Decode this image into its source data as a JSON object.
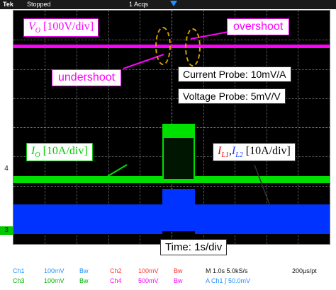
{
  "status": {
    "brand": "Tek",
    "state": "Stopped",
    "acqs": "1 Acqs"
  },
  "annotations": {
    "vo_var": "V",
    "vo_sub": "O",
    "vo_scale": "[100V/div]",
    "overshoot": "overshoot",
    "undershoot": "undershoot",
    "current_probe": "Current Probe: 10mV/A",
    "voltage_probe": "Voltage Probe: 5mV/V",
    "io_var": "I",
    "io_sub": "O",
    "io_scale": "[10A/div]",
    "il_var1": "I",
    "il_sub1": "L1",
    "il_sep": ",",
    "il_var2": "I",
    "il_sub2": "L2",
    "il_scale": "[10A/div]",
    "time": "Time: 1s/div"
  },
  "markers": {
    "m4": "4",
    "m3": "3"
  },
  "footer": {
    "ch1": "Ch1",
    "ch1_scale": "100mV",
    "ch1_bw": "Bw",
    "ch2": "Ch2",
    "ch2_scale": "100mV",
    "ch2_bw": "Bw",
    "ch3": "Ch3",
    "ch3_scale": "100mV",
    "ch3_bw": "Bw",
    "ch4": "Ch4",
    "ch4_scale": "500mV",
    "ch4_bw": "Bw",
    "timebase": "M 1.0s 5.0kS/s",
    "pt": "200µs/pt",
    "trigger": "A  Ch1  ∫  50.0mV"
  },
  "colors": {
    "ch1": "#1e90ff",
    "ch2": "#ff3333",
    "ch3": "#00c800",
    "ch4": "#ff00ff",
    "il_trace": "#0033ff",
    "io_trace": "#00e000",
    "vo_trace": "#ff00ff",
    "ellipse": "#d9a000"
  }
}
